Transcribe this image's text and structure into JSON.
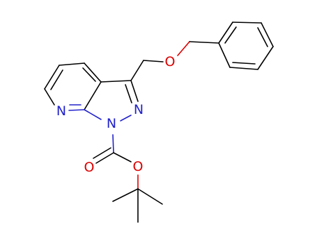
{
  "molecule": {
    "colors": {
      "carbon_bond": "#000000",
      "nitrogen": "#2222cc",
      "oxygen": "#dd0000"
    },
    "atom_labels": {
      "pyridine_n": "N",
      "n1": "N",
      "n2": "N",
      "ether_o": "O",
      "carbonyl_o": "O",
      "ester_o": "O"
    }
  }
}
